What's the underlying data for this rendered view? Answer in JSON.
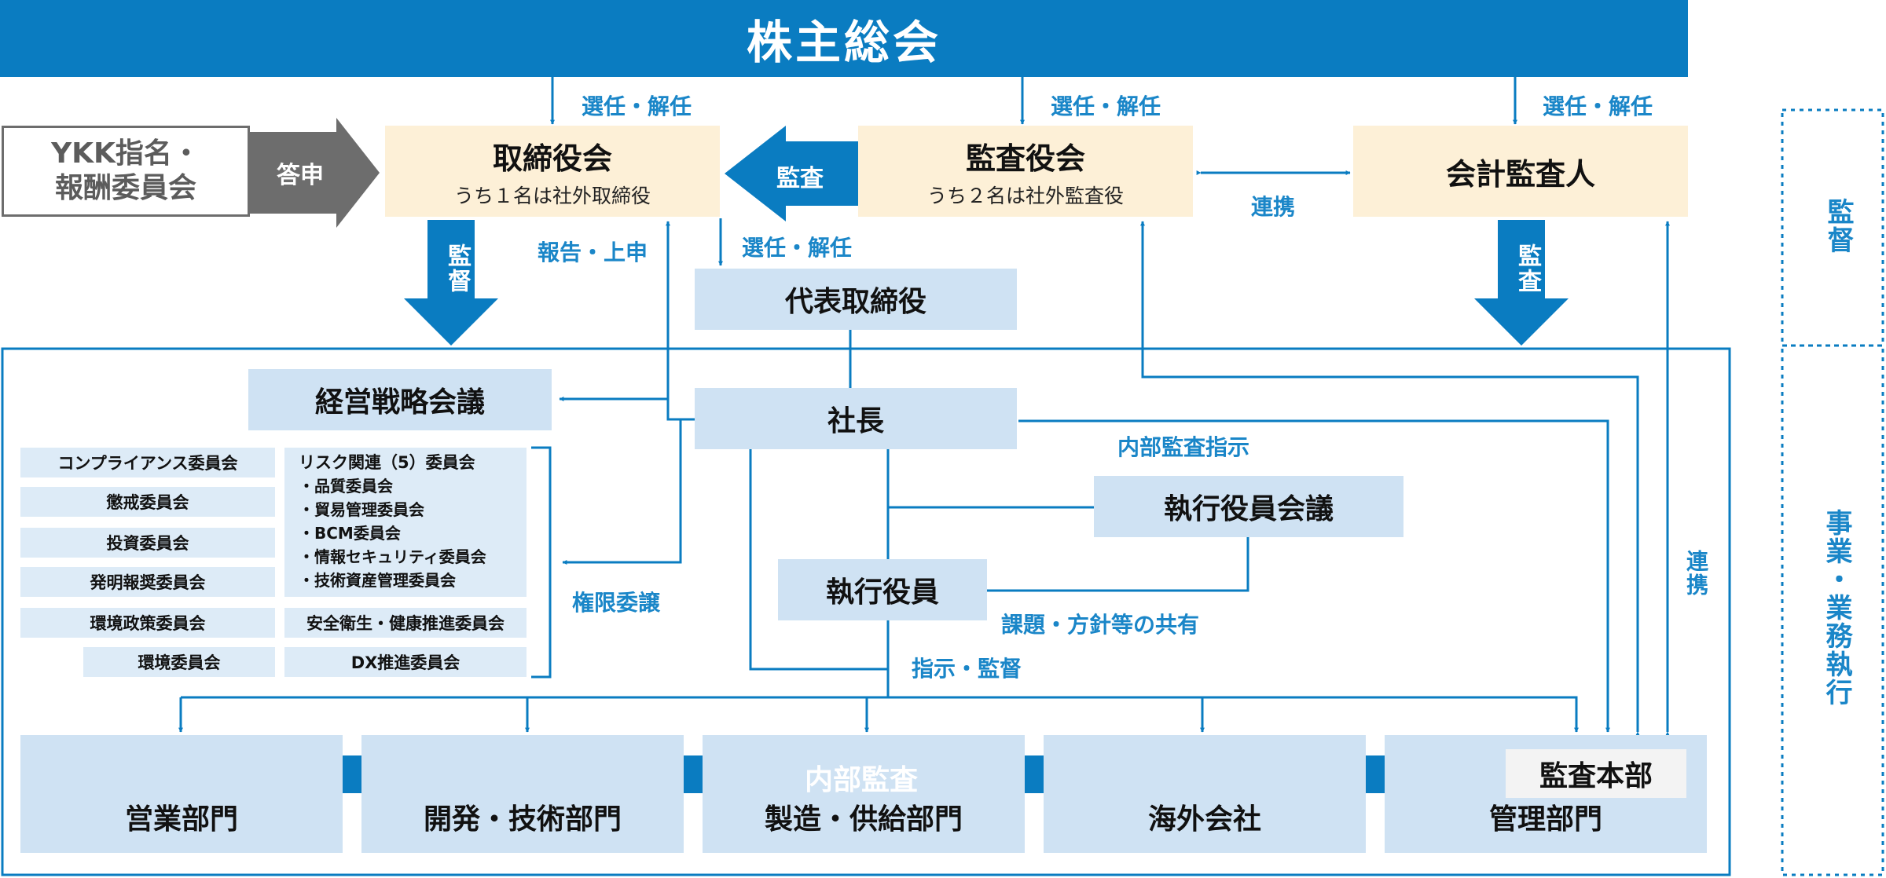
{
  "header": {
    "title": "株主総会"
  },
  "external": {
    "nomination_committee": [
      "YKK指名・",
      "報酬委員会"
    ],
    "report_arrow": "答申"
  },
  "board": {
    "name": "取締役会",
    "note": "うち１名は社外取締役"
  },
  "audit_board": {
    "name": "監査役会",
    "note": "うち２名は社外監査役"
  },
  "accounting_auditor": {
    "name": "会計監査人"
  },
  "representative": {
    "name": "代表取締役"
  },
  "president": {
    "name": "社長"
  },
  "strategy_meeting": {
    "name": "経営戦略会議"
  },
  "exec_meeting": {
    "name": "執行役員会議"
  },
  "exec_officers": {
    "name": "執行役員"
  },
  "committees_left": [
    "コンプライアンス委員会",
    "懲戒委員会",
    "投資委員会",
    "発明報奨委員会",
    "環境政策委員会",
    "環境委員会"
  ],
  "committees_right": {
    "risk_title": "リスク関連（5）委員会",
    "risk_items": [
      "・品質委員会",
      "・貿易管理委員会",
      "・BCM委員会",
      "・情報セキュリティ委員会",
      "・技術資産管理委員会"
    ],
    "others": [
      "安全衛生・健康推進委員会",
      "DX推進委員会"
    ]
  },
  "departments": [
    "営業部門",
    "開発・技術部門",
    "製造・供給部門",
    "海外会社",
    "管理部門"
  ],
  "internal_audit_arrow": "内部監査",
  "audit_hq": "監査本部",
  "side_labels": {
    "supervision": "監督",
    "business_execution": "事業・業務執行"
  },
  "edge_labels": {
    "appoint_dismiss": "選任・解任",
    "audit": "監査",
    "cooperation": "連携",
    "supervise": "監督",
    "report": "報告・上申",
    "internal_audit_instruction": "内部監査指示",
    "delegation": "権限委譲",
    "issue_sharing": "課題・方針等の共有",
    "instruct_supervise": "指示・監督"
  },
  "colors": {
    "primary": "#0a7cc1",
    "light_blue": "#cfe2f3",
    "cream": "#fdf0d7",
    "gray": "#6d6d6d",
    "label_blue": "#1a86c8"
  }
}
